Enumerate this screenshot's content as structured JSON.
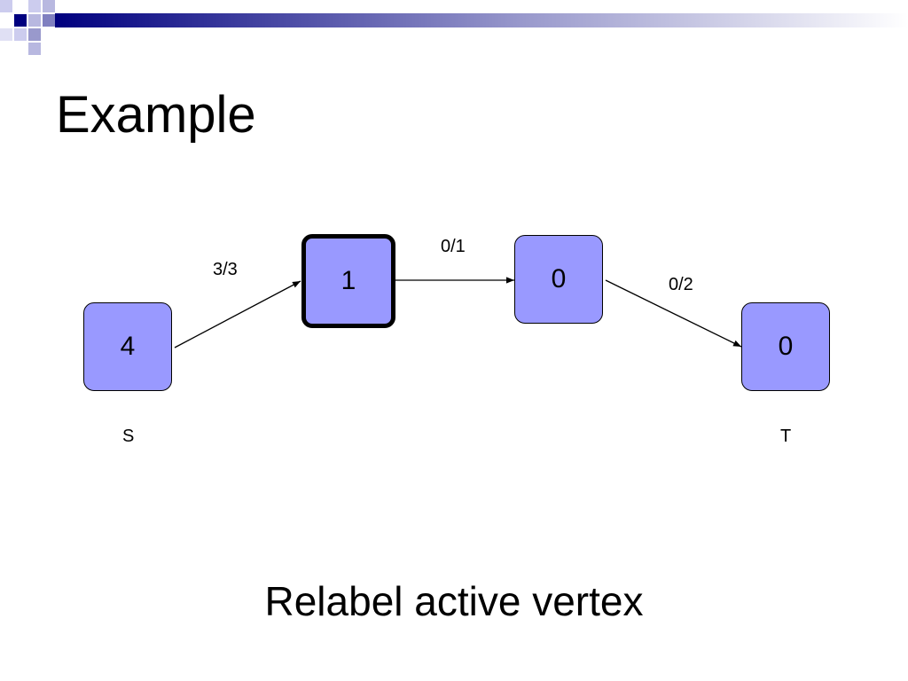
{
  "slide": {
    "title": "Example",
    "caption": "Relabel active vertex"
  },
  "graph": {
    "nodes": [
      {
        "id": "s",
        "height_label": "4",
        "caption": "S",
        "active": false
      },
      {
        "id": "a",
        "height_label": "1",
        "caption": "",
        "active": true
      },
      {
        "id": "b",
        "height_label": "0",
        "caption": "",
        "active": false
      },
      {
        "id": "t",
        "height_label": "0",
        "caption": "T",
        "active": false
      }
    ],
    "edges": [
      {
        "from": "s",
        "to": "a",
        "flow_capacity": "3/3"
      },
      {
        "from": "a",
        "to": "b",
        "flow_capacity": "0/1"
      },
      {
        "from": "b",
        "to": "t",
        "flow_capacity": "0/2"
      }
    ]
  },
  "colors": {
    "node_fill": "#9999ff",
    "header_dark": "#00007f",
    "header_light": "#9999cc"
  }
}
